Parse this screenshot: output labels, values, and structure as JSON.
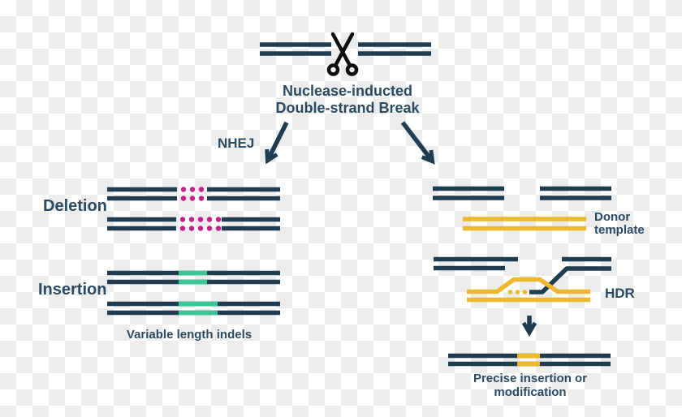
{
  "title": "Nuclease-induced double-strand break repair pathways diagram",
  "colors": {
    "navy": "#203C50",
    "text": "#2B4A62",
    "magenta": "#C6208C",
    "green": "#39C795",
    "yellow": "#EFB72D",
    "scissors": "#0E0E0E",
    "checker": "#ECECEC"
  },
  "icons": {
    "scissors_icon": "✂",
    "arrow_icon": "→"
  },
  "top": {
    "caption_line1": "Nuclease-inducted",
    "caption_line2": "Double-strand Break"
  },
  "branches": {
    "nhej_label": "NHEJ"
  },
  "left": {
    "deletion_label": "Deletion",
    "insertion_label": "Insertion",
    "caption": "Variable length indels"
  },
  "right": {
    "donor_line1": "Donor",
    "donor_line2": "template",
    "hdr_label": "HDR",
    "caption": "Precise insertion or modification"
  }
}
